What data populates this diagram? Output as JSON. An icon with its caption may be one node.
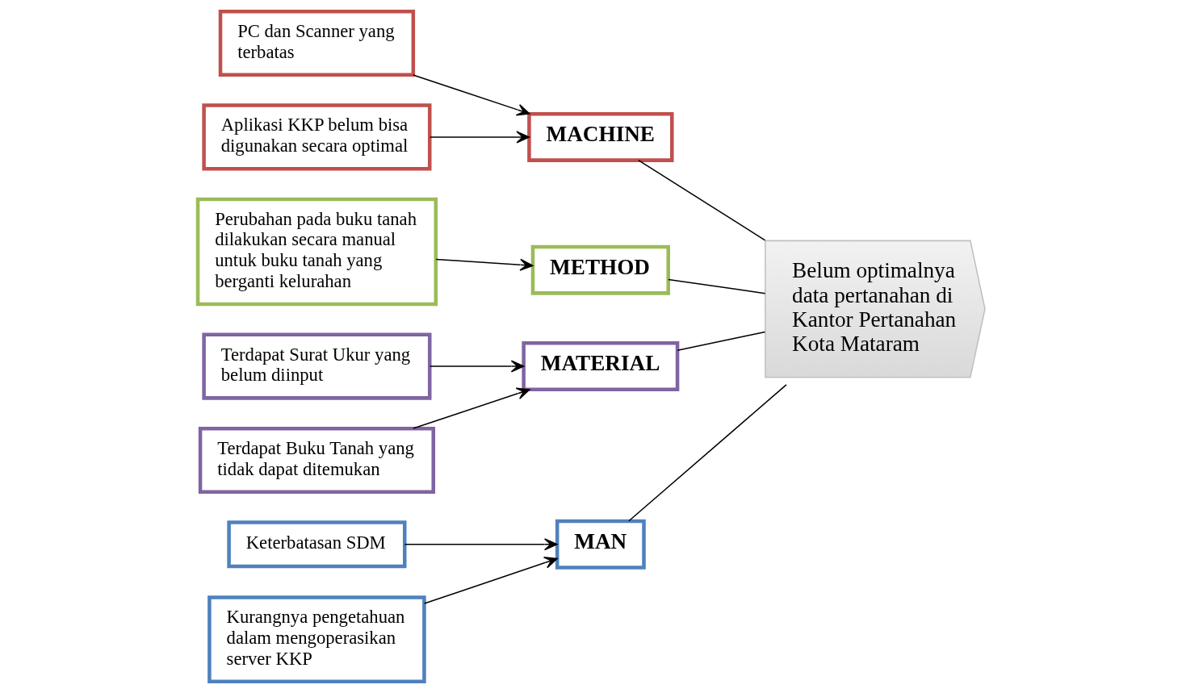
{
  "diagram": {
    "nodes": [
      {
        "text": [
          "MAN"
        ]
      },
      {
        "text": [
          "MACHINE"
        ]
      },
      {
        "text": [
          "PC dan Scanner yang terbatas"
        ]
      },
      {
        "text": [
          "Keterbatasan SDM"
        ]
      },
      {
        "text": [
          "Aplikasi KKP belum bisa digunakan secara optimal"
        ]
      },
      {
        "text": [
          "Kurangnya pengetahuan dalam mengoperasikan server KKP"
        ]
      },
      {
        "text": [
          "Belum optimalnya data pertanahan di Kantor Pertanahan Kota Mataram"
        ]
      },
      {
        "text": [
          "Perubahan pada buku tanah dilakukan secara manual untuk buku tanah yang berganti kelurahan"
        ]
      },
      {
        "text": [
          "Terdapat Surat Ukur yang belum diinput"
        ]
      },
      {
        "text": [
          "Terdapat Buku Tanah yang tidak dapat ditemukan"
        ]
      },
      {
        "text": [
          "METHOD"
        ]
      },
      {
        "text": [
          "MATERIAL"
        ]
      }
    ],
    "edges": [
      {
        "from": 3,
        "to": 0,
        "arrow": "to"
      },
      {
        "from": 5,
        "to": 0,
        "arrow": "to"
      },
      {
        "from": 2,
        "to": 1,
        "arrow": "to"
      },
      {
        "from": 4,
        "to": 1,
        "arrow": "to"
      },
      {
        "from": 7,
        "to": 10,
        "arrow": "to"
      },
      {
        "from": 8,
        "to": 11,
        "arrow": "to"
      },
      {
        "from": 9,
        "to": 11,
        "arrow": "to"
      },
      {
        "from": 0,
        "to": 6,
        "arrow": "none"
      },
      {
        "from": 1,
        "to": 6,
        "arrow": "none"
      },
      {
        "from": 10,
        "to": 6,
        "arrow": "none"
      },
      {
        "from": 11,
        "to": 6,
        "arrow": "none"
      }
    ]
  }
}
